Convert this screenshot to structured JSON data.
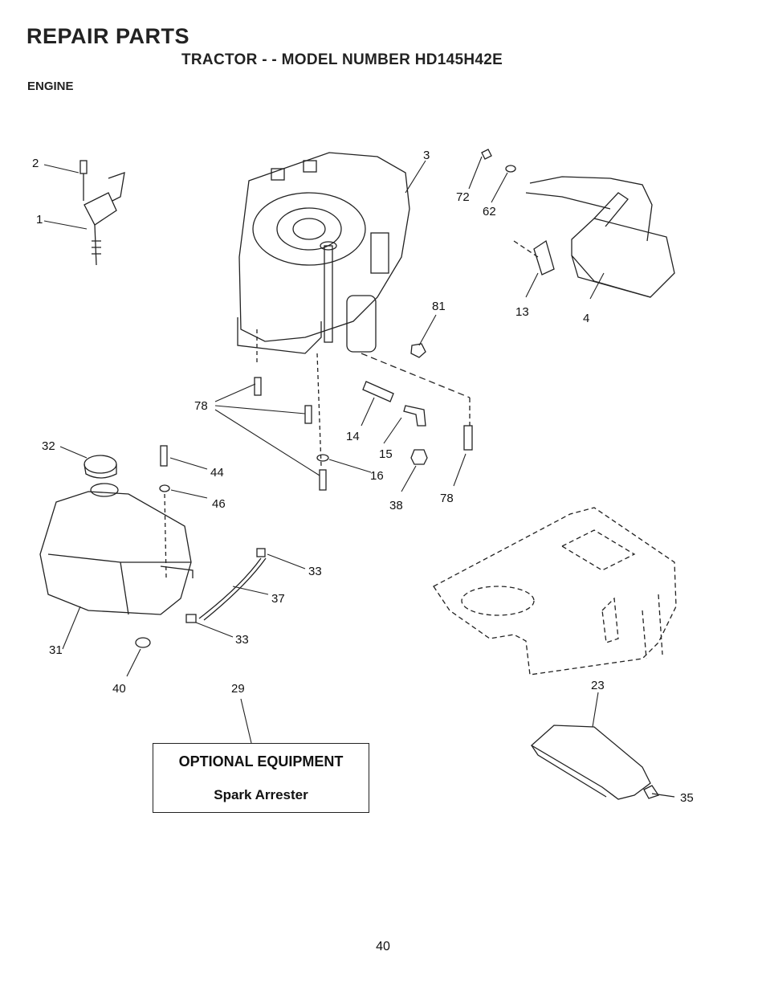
{
  "header": {
    "title": "REPAIR PARTS",
    "subtitle": "TRACTOR - - MODEL NUMBER HD145H42E",
    "section": "ENGINE"
  },
  "callouts": [
    "2",
    "1",
    "3",
    "72",
    "62",
    "81",
    "13",
    "4",
    "78",
    "14",
    "15",
    "16",
    "38",
    "78",
    "32",
    "44",
    "46",
    "33",
    "37",
    "33",
    "31",
    "40",
    "29",
    "23",
    "35"
  ],
  "optional_box": {
    "title": "OPTIONAL EQUIPMENT",
    "item": "Spark Arrester"
  },
  "footer": {
    "page_number": "40"
  }
}
